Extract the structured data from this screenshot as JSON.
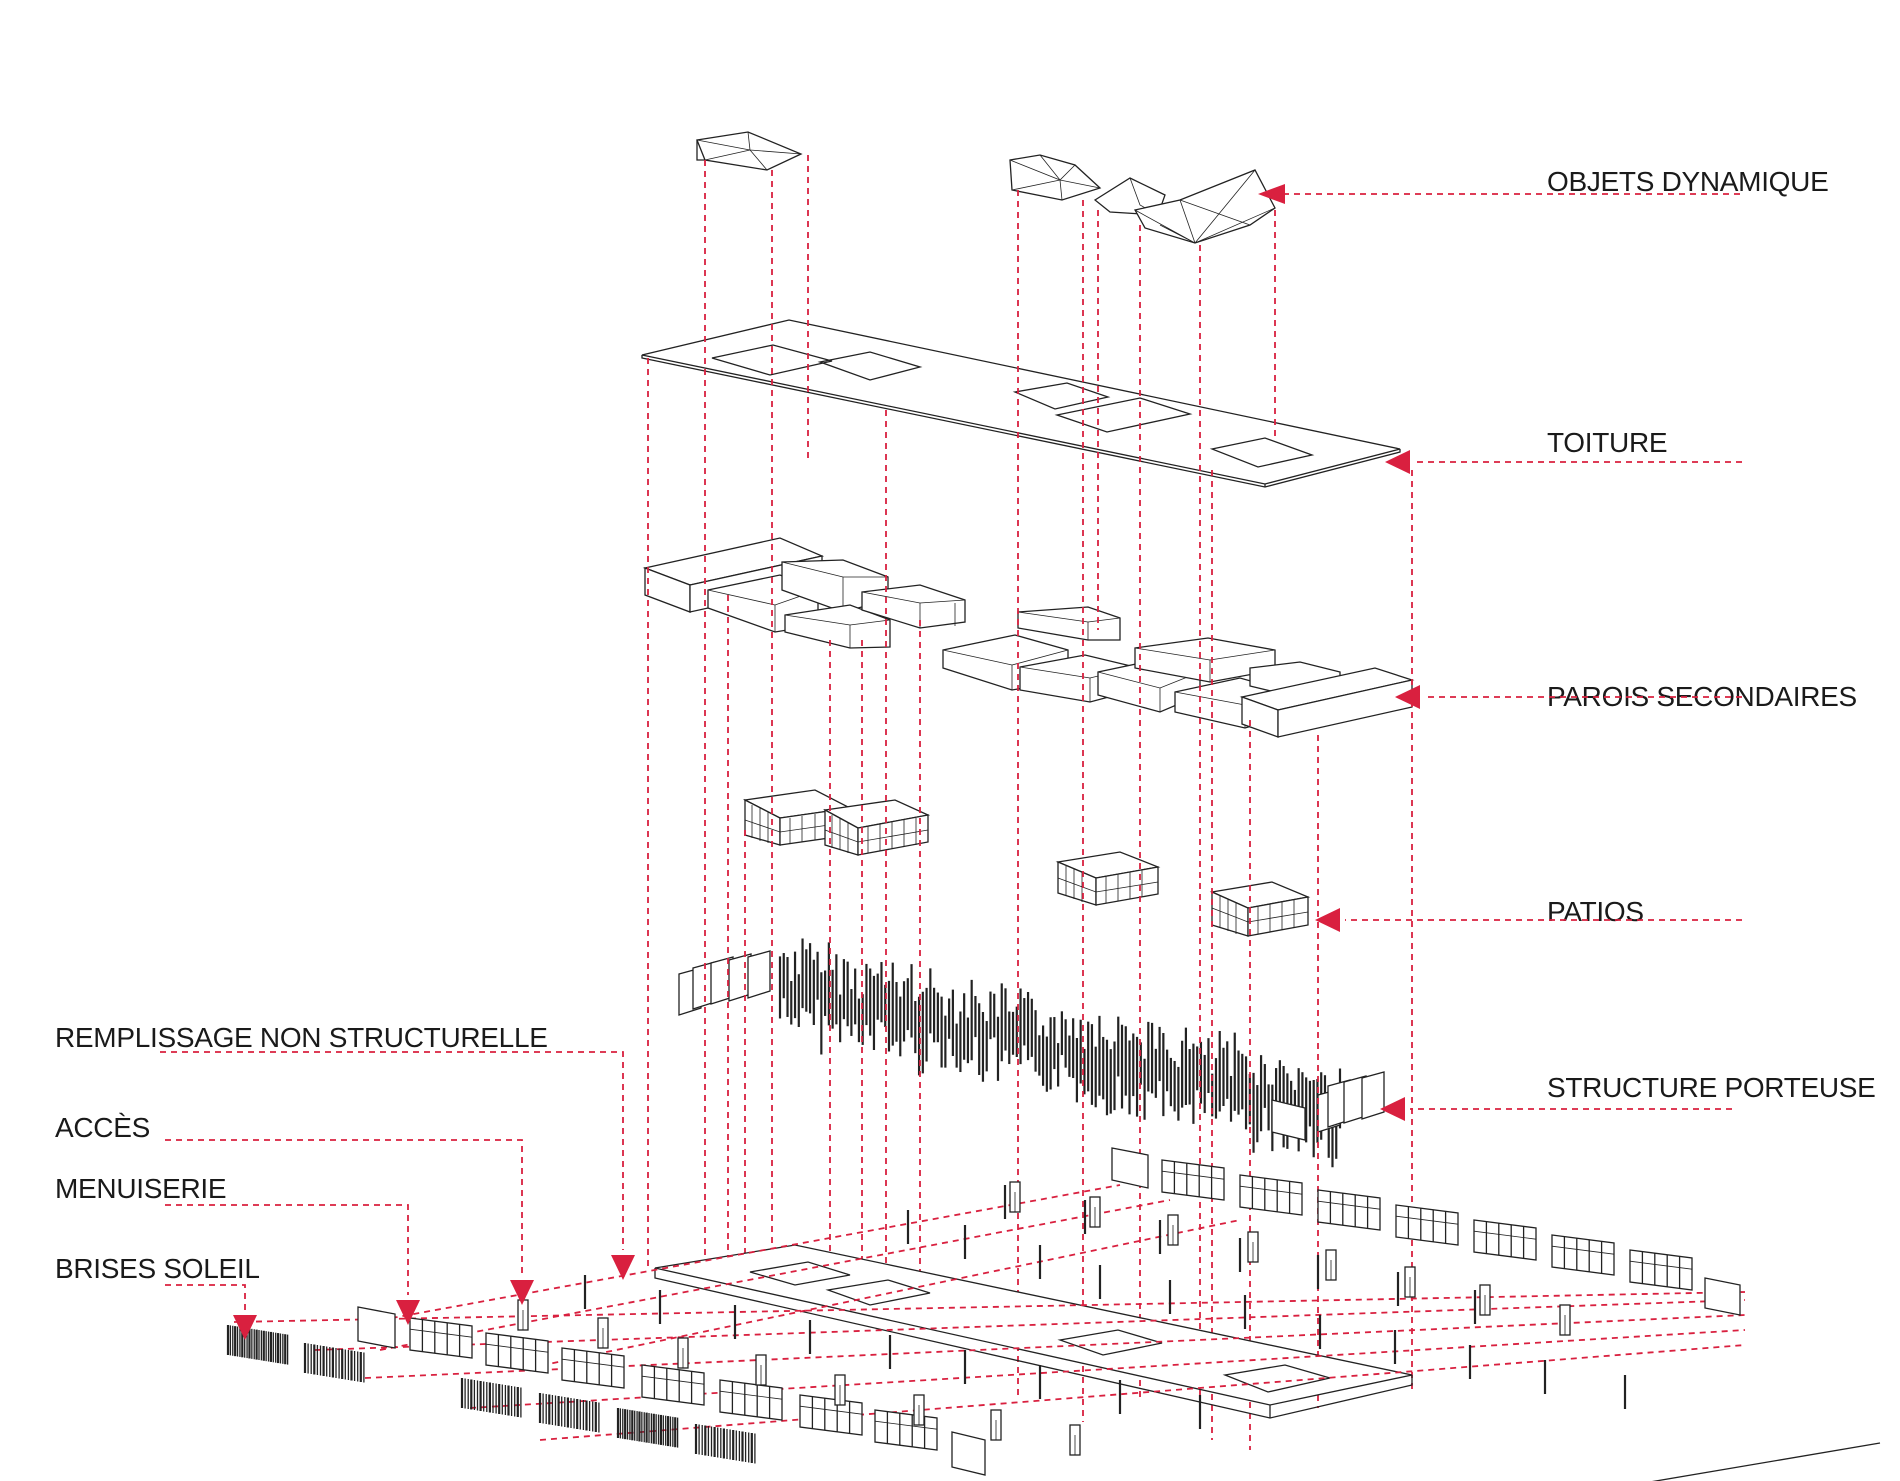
{
  "labels": {
    "objets": "OBJETS DYNAMIQUE",
    "toiture": "TOITURE",
    "parois": "PAROIS SECONDAIRES",
    "patios": "PATIOS",
    "structure": "STRUCTURE PORTEUSE",
    "remplissage": "REMPLISSAGE NON STRUCTURELLE",
    "acces": "ACCÈS",
    "menuiserie": "MENUISERIE",
    "brises": "BRISES SOLEIL"
  },
  "colors": {
    "leader": "#d9203f",
    "linework": "#222222",
    "background": "#ffffff"
  }
}
